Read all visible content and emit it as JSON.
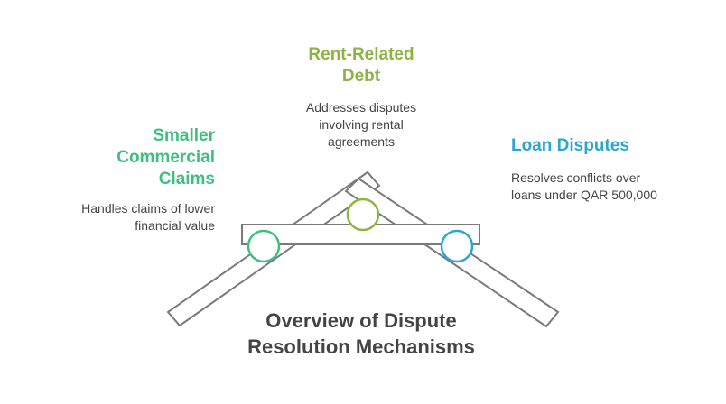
{
  "colors": {
    "green": "#3fbf7f",
    "olive": "#8db440",
    "blue": "#2ba6cc",
    "frame": "#7a7a7a",
    "text": "#444444"
  },
  "center_title": "Overview of Dispute Resolution Mechanisms",
  "nodes": [
    {
      "id": "smaller-commercial-claims",
      "title": "Smaller Commercial Claims",
      "description": "Handles claims of lower financial value",
      "color": "#3fbf7f"
    },
    {
      "id": "rent-related-debt",
      "title": "Rent-Related Debt",
      "description": "Addresses disputes involving rental agreements",
      "color": "#8db440"
    },
    {
      "id": "loan-disputes",
      "title": "Loan Disputes",
      "description": "Resolves conflicts over loans under QAR 500,000",
      "color": "#2ba6cc"
    }
  ]
}
